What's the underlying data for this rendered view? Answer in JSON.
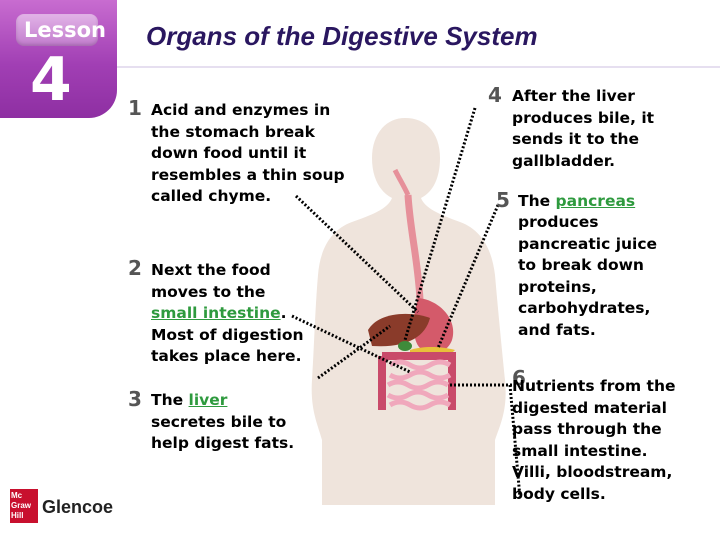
{
  "header": {
    "lesson_label": "Lesson",
    "lesson_number": "4",
    "title": "Organs of the Digestive System"
  },
  "publisher": {
    "logo_lines": [
      "Mc",
      "Graw",
      "Hill"
    ],
    "name": "Glencoe"
  },
  "steps": [
    {
      "number": "1",
      "lines": [
        "Acid and enzymes in",
        "the stomach break",
        "down food until it",
        "resembles a thin soup",
        "called chyme."
      ]
    },
    {
      "number": "2",
      "lines": [
        "Next the food",
        "moves to the"
      ],
      "keyword": "small intestine",
      "keyword_suffix": ".",
      "after": [
        "Most of digestion",
        "takes place here."
      ]
    },
    {
      "number": "3",
      "prefix": "The ",
      "keyword": "liver",
      "lines": [
        "secretes bile to",
        "help digest fats."
      ]
    },
    {
      "number": "4",
      "lines": [
        "After the liver",
        "produces bile, it",
        "sends it to the",
        "gallbladder."
      ]
    },
    {
      "number": "5",
      "prefix": "The ",
      "keyword": "pancreas",
      "lines": [
        "produces",
        "pancreatic juice",
        "to break down",
        "proteins,",
        "carbohydrates,",
        "and fats."
      ]
    },
    {
      "number": "6",
      "first_line": "Nutrients from the",
      "lines": [
        "digested material",
        "pass through the",
        "small intestine.",
        "Villi, bloodstream,",
        "body cells."
      ]
    }
  ],
  "colors": {
    "title": "#2a1760",
    "lesson_purple": "#a13fb4",
    "keyword_green": "#2e9a3e",
    "body_silhouette": "#efe4dc"
  }
}
